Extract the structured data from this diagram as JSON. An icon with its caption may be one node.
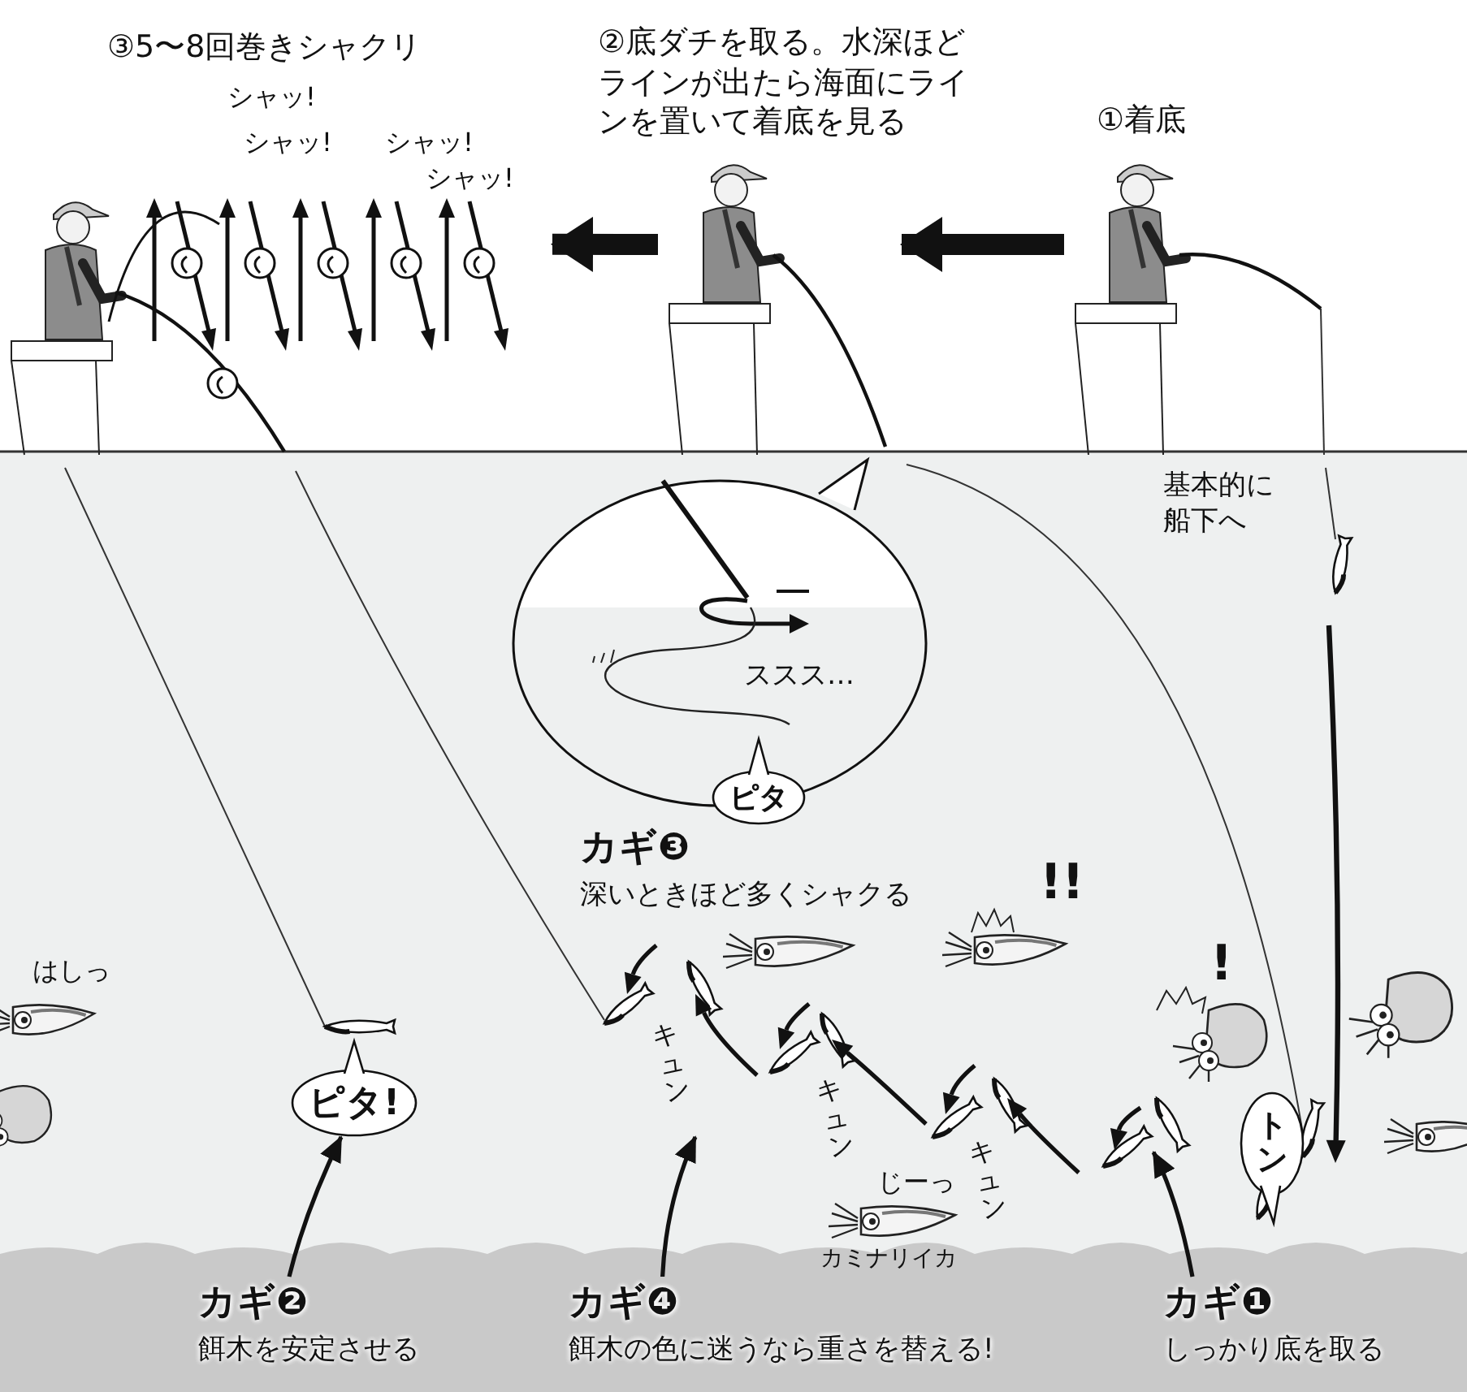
{
  "diagram": {
    "nodes": [
      {
        "text": [],
        "shape": "person"
      },
      {
        "text": [],
        "shape": "person",
        "beside": [
          "②底ダチを取る。水深ほどラインが出たら海面にラインを置いて着底を見る"
        ]
      },
      {
        "text": [],
        "shape": "person",
        "beside": [
          "①着底"
        ]
      },
      {
        "text": [
          "ススス…"
        ]
      },
      {
        "text": [
          "ピタ"
        ]
      },
      {
        "text": [
          "ピタ!"
        ]
      },
      {
        "text": [
          "トン"
        ]
      },
      {
        "text": [
          "カギ❷",
          "餌木を安定させる"
        ]
      },
      {
        "text": [
          "カギ❹",
          "餌木の色に迷うなら重さを替える!"
        ]
      },
      {
        "text": [
          "カギ❶",
          "しっかり底を取る"
        ]
      },
      {
        "text": [],
        "shape": "picture"
      }
    ],
    "edges": [
      {
        "from": 2,
        "to": 1,
        "arrow": "to",
        "style": "thick"
      },
      {
        "from": 1,
        "to": 0,
        "arrow": "to",
        "style": "thick"
      },
      {
        "from": 7,
        "to": 5,
        "arrow": "to"
      },
      {
        "from": 8,
        "to": null,
        "arrow": "to"
      },
      {
        "from": 9,
        "to": 10,
        "arrow": "to"
      }
    ],
    "labels": [
      "③5〜8回巻きシャクリ",
      "シャッ!",
      "シャッ!",
      "シャッ!",
      "シャッ!",
      "基本的に船下へ",
      "カギ❸",
      "深いときほど多くシャクる",
      "!!",
      "はしっ",
      "!",
      "キュン",
      "キュン",
      "キュン",
      "じーっ",
      "カミナリイカ"
    ]
  }
}
